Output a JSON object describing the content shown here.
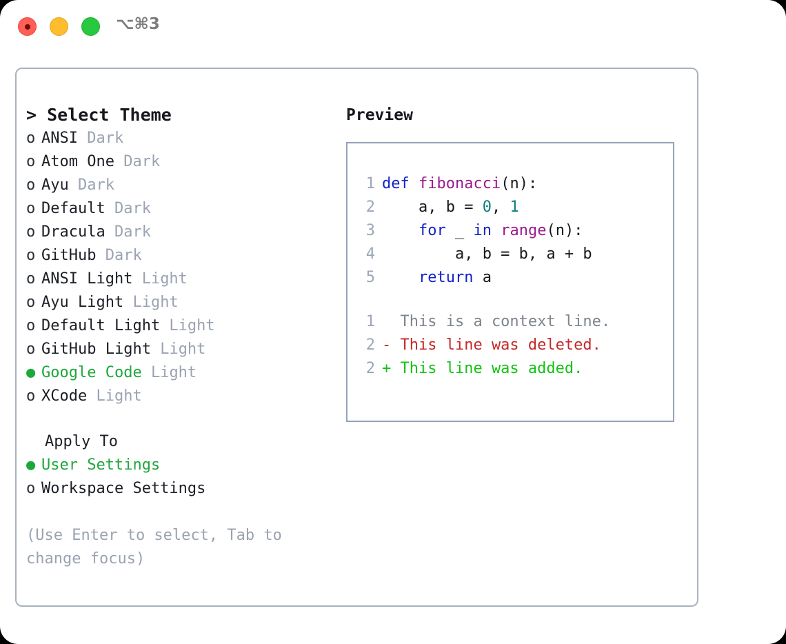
{
  "titlebar": {
    "shortcut": "⌥⌘3",
    "controls": [
      {
        "name": "close",
        "color": "#ff5f57",
        "recording": true
      },
      {
        "name": "minimize",
        "color": "#ffbd2e",
        "recording": false
      },
      {
        "name": "zoom",
        "color": "#28c840",
        "recording": false
      }
    ]
  },
  "theme_list": {
    "header": "> Select Theme",
    "header_caret": ">",
    "header_label": "Select Theme",
    "marker_unselected": "o",
    "marker_selected": "●",
    "items": [
      {
        "name": "ANSI",
        "kind": "Dark",
        "selected": false
      },
      {
        "name": "Atom One",
        "kind": "Dark",
        "selected": false
      },
      {
        "name": "Ayu",
        "kind": "Dark",
        "selected": false
      },
      {
        "name": "Default",
        "kind": "Dark",
        "selected": false
      },
      {
        "name": "Dracula",
        "kind": "Dark",
        "selected": false
      },
      {
        "name": "GitHub",
        "kind": "Dark",
        "selected": false
      },
      {
        "name": "ANSI Light",
        "kind": "Light",
        "selected": false
      },
      {
        "name": "Ayu Light",
        "kind": "Light",
        "selected": false
      },
      {
        "name": "Default Light",
        "kind": "Light",
        "selected": false
      },
      {
        "name": "GitHub Light",
        "kind": "Light",
        "selected": false
      },
      {
        "name": "Google Code",
        "kind": "Light",
        "selected": true
      },
      {
        "name": "XCode",
        "kind": "Light",
        "selected": false
      }
    ]
  },
  "apply_to": {
    "header": "Apply To",
    "items": [
      {
        "name": "User Settings",
        "selected": true
      },
      {
        "name": "Workspace Settings",
        "selected": false
      }
    ]
  },
  "hint": "(Use Enter to select, Tab to change focus)",
  "preview": {
    "title": "Preview",
    "code_lines": [
      {
        "no": "1",
        "tokens": [
          {
            "t": "def ",
            "c": "kw"
          },
          {
            "t": "fibonacci",
            "c": "fn"
          },
          {
            "t": "(n):",
            "c": "txt"
          }
        ]
      },
      {
        "no": "2",
        "tokens": [
          {
            "t": "    a, b = ",
            "c": "txt"
          },
          {
            "t": "0",
            "c": "num"
          },
          {
            "t": ", ",
            "c": "txt"
          },
          {
            "t": "1",
            "c": "num"
          }
        ]
      },
      {
        "no": "3",
        "tokens": [
          {
            "t": "    ",
            "c": "txt"
          },
          {
            "t": "for",
            "c": "kw"
          },
          {
            "t": " _ ",
            "c": "txt"
          },
          {
            "t": "in",
            "c": "kw"
          },
          {
            "t": " ",
            "c": "txt"
          },
          {
            "t": "range",
            "c": "fn"
          },
          {
            "t": "(n):",
            "c": "txt"
          }
        ]
      },
      {
        "no": "4",
        "tokens": [
          {
            "t": "        a, b = b, a + b",
            "c": "txt"
          }
        ]
      },
      {
        "no": "5",
        "tokens": [
          {
            "t": "    ",
            "c": "txt"
          },
          {
            "t": "return",
            "c": "kw"
          },
          {
            "t": " a",
            "c": "txt"
          }
        ]
      }
    ],
    "diff_lines": [
      {
        "no": "1",
        "tokens": [
          {
            "t": "  This is a context line.",
            "c": "ctx"
          }
        ]
      },
      {
        "no": "2",
        "tokens": [
          {
            "t": "- This line was deleted.",
            "c": "del"
          }
        ]
      },
      {
        "no": "2",
        "tokens": [
          {
            "t": "+ This line was added.",
            "c": "add"
          }
        ]
      }
    ]
  },
  "colors": {
    "accent_green": "#1ea83b",
    "muted": "#9aa3b2",
    "keyword": "#1122cc",
    "function": "#9c1a8c",
    "number": "#0c7d7d",
    "diff_deleted": "#c62828",
    "diff_added": "#14c214",
    "panel_border": "#a8b2c0"
  }
}
